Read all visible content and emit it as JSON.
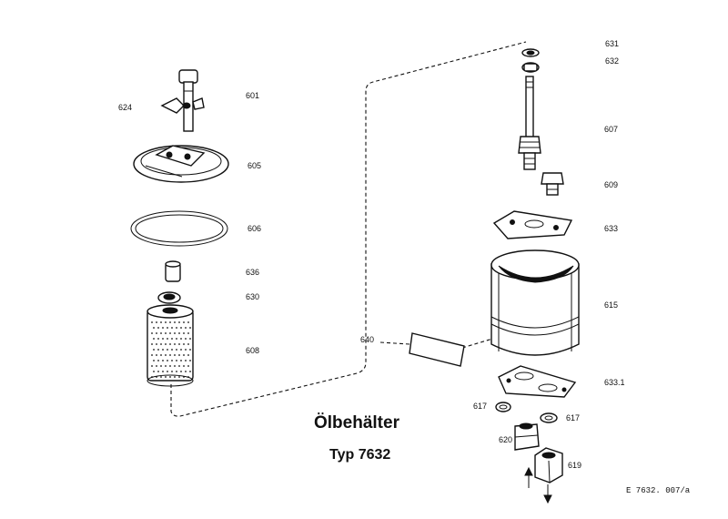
{
  "title": "Ölbehälter",
  "subtitle": "Typ 7632",
  "reference": "E  7632. 007/a",
  "labels": {
    "p601": "601",
    "p624": "624",
    "p605": "605",
    "p606": "606",
    "p636": "636",
    "p630": "630",
    "p608": "608",
    "p640": "640",
    "p631": "631",
    "p632": "632",
    "p607": "607",
    "p609": "609",
    "p633": "633",
    "p615": "615",
    "p633_1": "633.1",
    "p617a": "617",
    "p617b": "617",
    "p620": "620",
    "p619": "619"
  }
}
